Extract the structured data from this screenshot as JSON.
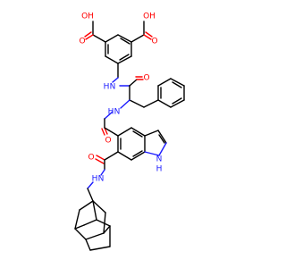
{
  "colors": {
    "carbon": "#000000",
    "oxygen": "#ff0000",
    "nitrogen": "#1a1aff",
    "background": "#ffffff"
  },
  "labels": {
    "oh_left": "OH",
    "oh_right": "OH",
    "o_acid_left": "O",
    "o_acid_right": "O",
    "nh_top": "N",
    "h_top": "H",
    "o_amide_top": "O",
    "nh_middle": "N",
    "h_middle": "H",
    "o_amide_middle": "O",
    "o_amide_lower": "O",
    "nh_lower": "N",
    "h_lower": "H",
    "indole_n": "N",
    "indole_h": "H"
  }
}
